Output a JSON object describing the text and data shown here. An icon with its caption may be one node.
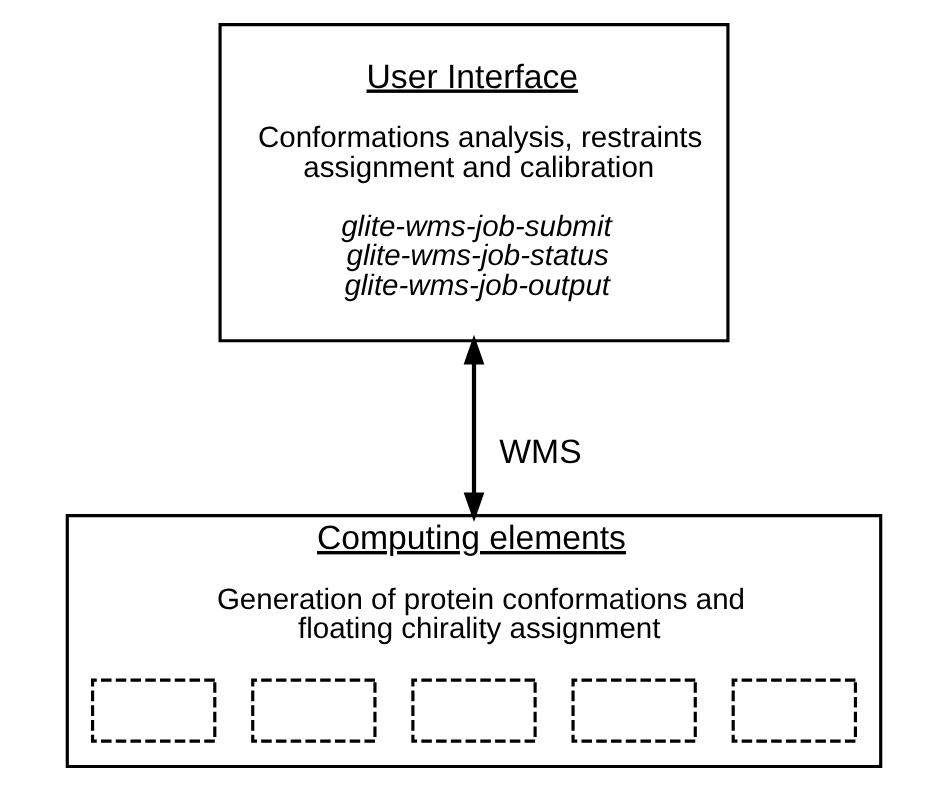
{
  "diagram": {
    "nodes": [
      {
        "text": [
          "User Interface",
          "Conformations analysis, restraints assignment and calibration",
          "glite-wms-job-submit glite-wms-job-status glite-wms-job-output"
        ]
      },
      {
        "text": [
          "Computing elements",
          "Generation of protein conformations and floating chirality assignment"
        ]
      },
      {
        "text": [],
        "shape": "box",
        "in": 1
      },
      {
        "text": [],
        "shape": "box",
        "in": 1
      },
      {
        "text": [],
        "shape": "box",
        "in": 1
      },
      {
        "text": [],
        "shape": "box",
        "in": 1
      },
      {
        "text": [],
        "shape": "box",
        "in": 1
      }
    ],
    "edges": [
      {
        "from": 0,
        "to": 1,
        "arrow": "both",
        "label": "WMS"
      }
    ]
  }
}
